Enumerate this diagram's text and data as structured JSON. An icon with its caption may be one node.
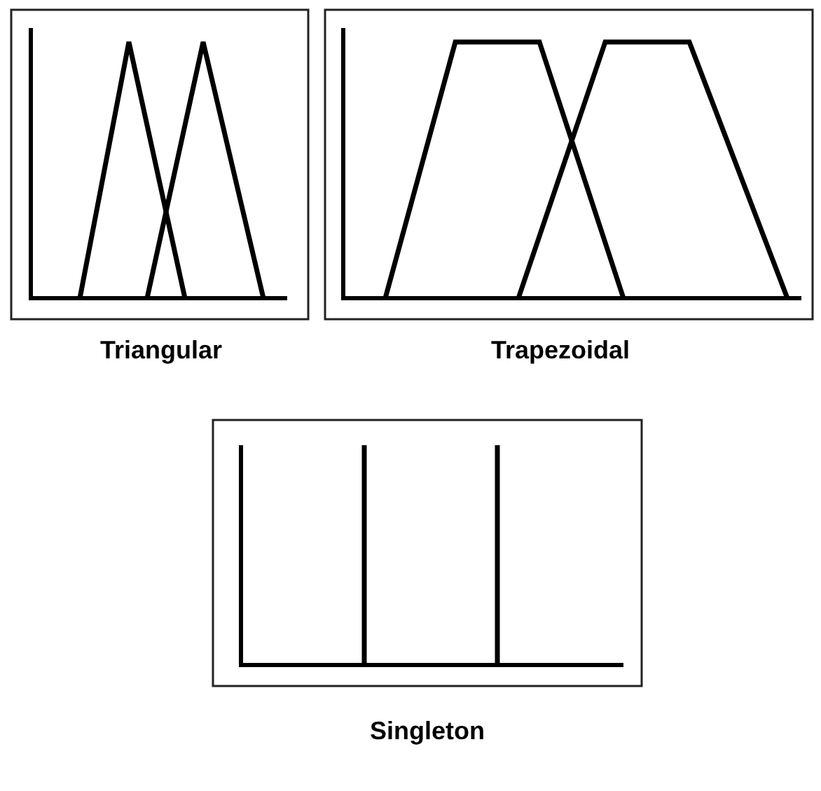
{
  "diagram": {
    "labels": [
      "Triangular",
      "Trapezoidal",
      "Singleton"
    ]
  }
}
